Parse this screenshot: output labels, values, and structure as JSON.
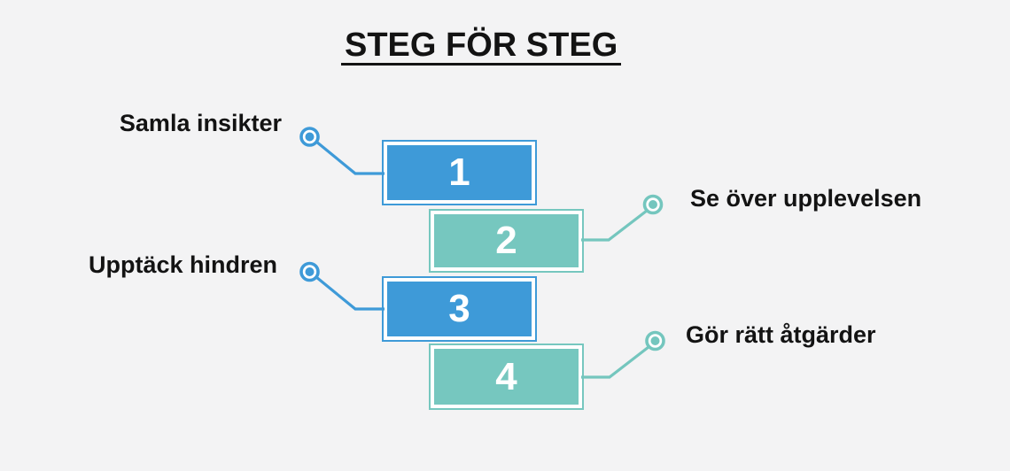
{
  "title": "STEG FÖR STEG",
  "colors": {
    "background": "#f3f3f4",
    "blue": "#3e9ad8",
    "teal": "#76c7bf",
    "text": "#131313",
    "number_text": "#ffffff"
  },
  "steps": [
    {
      "number": "1",
      "label": "Samla insikter",
      "side": "left",
      "color": "blue"
    },
    {
      "number": "2",
      "label": "Se över upplevelsen",
      "side": "right",
      "color": "teal"
    },
    {
      "number": "3",
      "label": "Upptäck hindren",
      "side": "left",
      "color": "blue"
    },
    {
      "number": "4",
      "label": "Gör rätt åtgärder",
      "side": "right",
      "color": "teal"
    }
  ]
}
